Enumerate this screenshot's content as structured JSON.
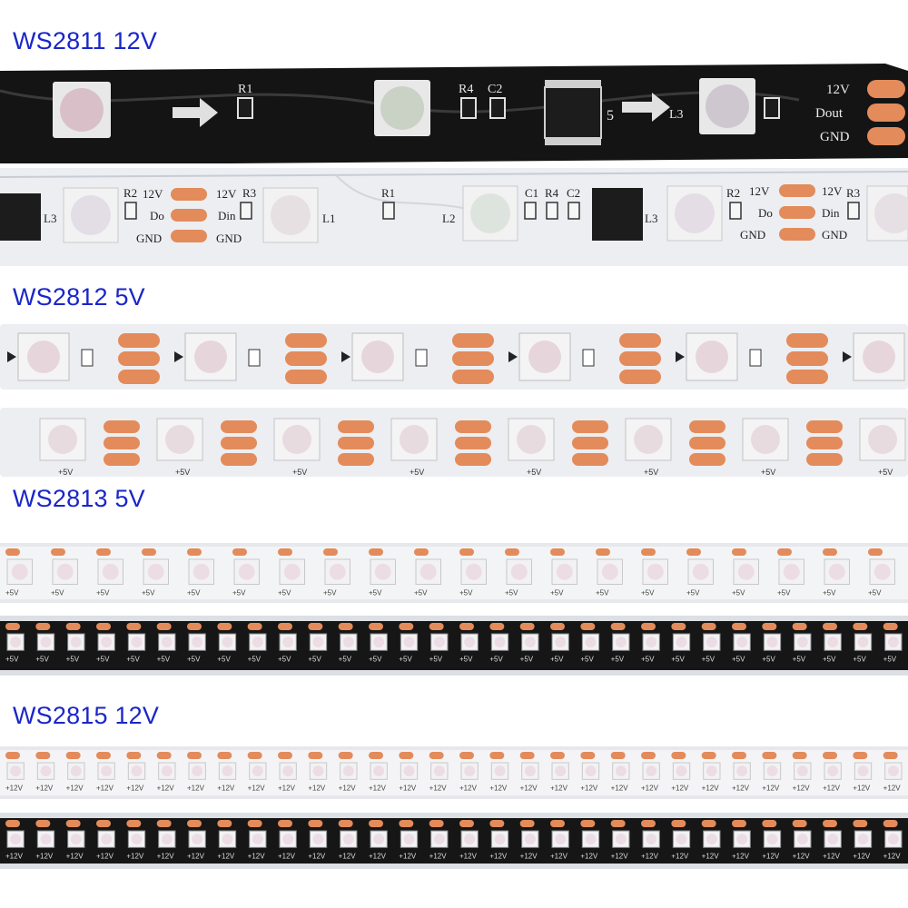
{
  "labels": {
    "ws2811": "WS2811 12V",
    "ws2812": "WS2812 5V",
    "ws2813": "WS2813 5V",
    "ws2815": "WS2815 12V"
  },
  "pad_text": {
    "v12": "12V",
    "dout": "Dout",
    "gnd": "GND",
    "do": "Do",
    "din": "Din",
    "plus5": "+5V",
    "plus12": "+12V",
    "r1": "R1",
    "r2": "R2",
    "r3": "R3",
    "r4": "R4",
    "c1": "C1",
    "c2": "C2",
    "l1": "L1",
    "l2": "L2",
    "l3": "L3",
    "mark5": "5"
  },
  "colors": {
    "title_blue": "#1a26c9",
    "copper_pad": "#e38b5a",
    "black_pcb": "#141414",
    "white_pcb": "#eceef2"
  }
}
